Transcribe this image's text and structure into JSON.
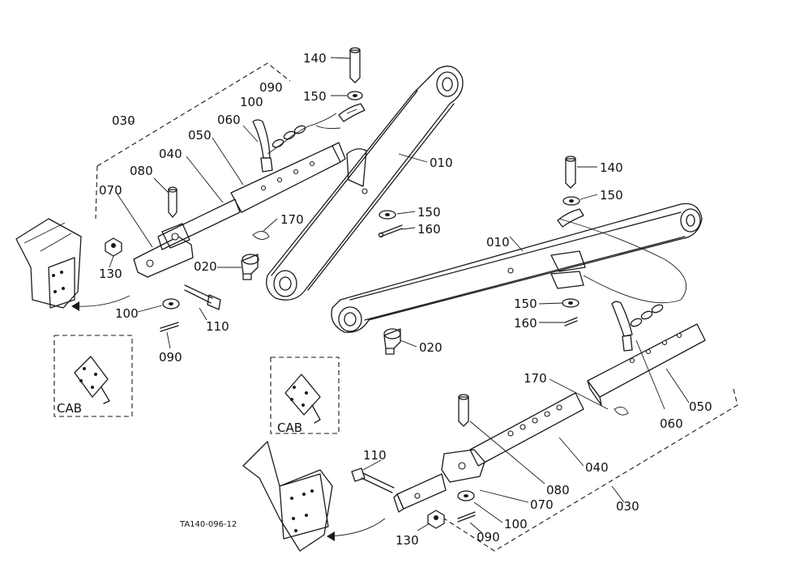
{
  "drawing_code": "TA140-096-12",
  "inset_label": "CAB",
  "labels": {
    "p010": "010",
    "p020": "020",
    "p030": "030",
    "p040": "040",
    "p050": "050",
    "p060": "060",
    "p070": "070",
    "p080": "080",
    "p090": "090",
    "p100": "100",
    "p110": "110",
    "p130": "130",
    "p140": "140",
    "p150": "150",
    "p160": "160",
    "p170": "170"
  }
}
